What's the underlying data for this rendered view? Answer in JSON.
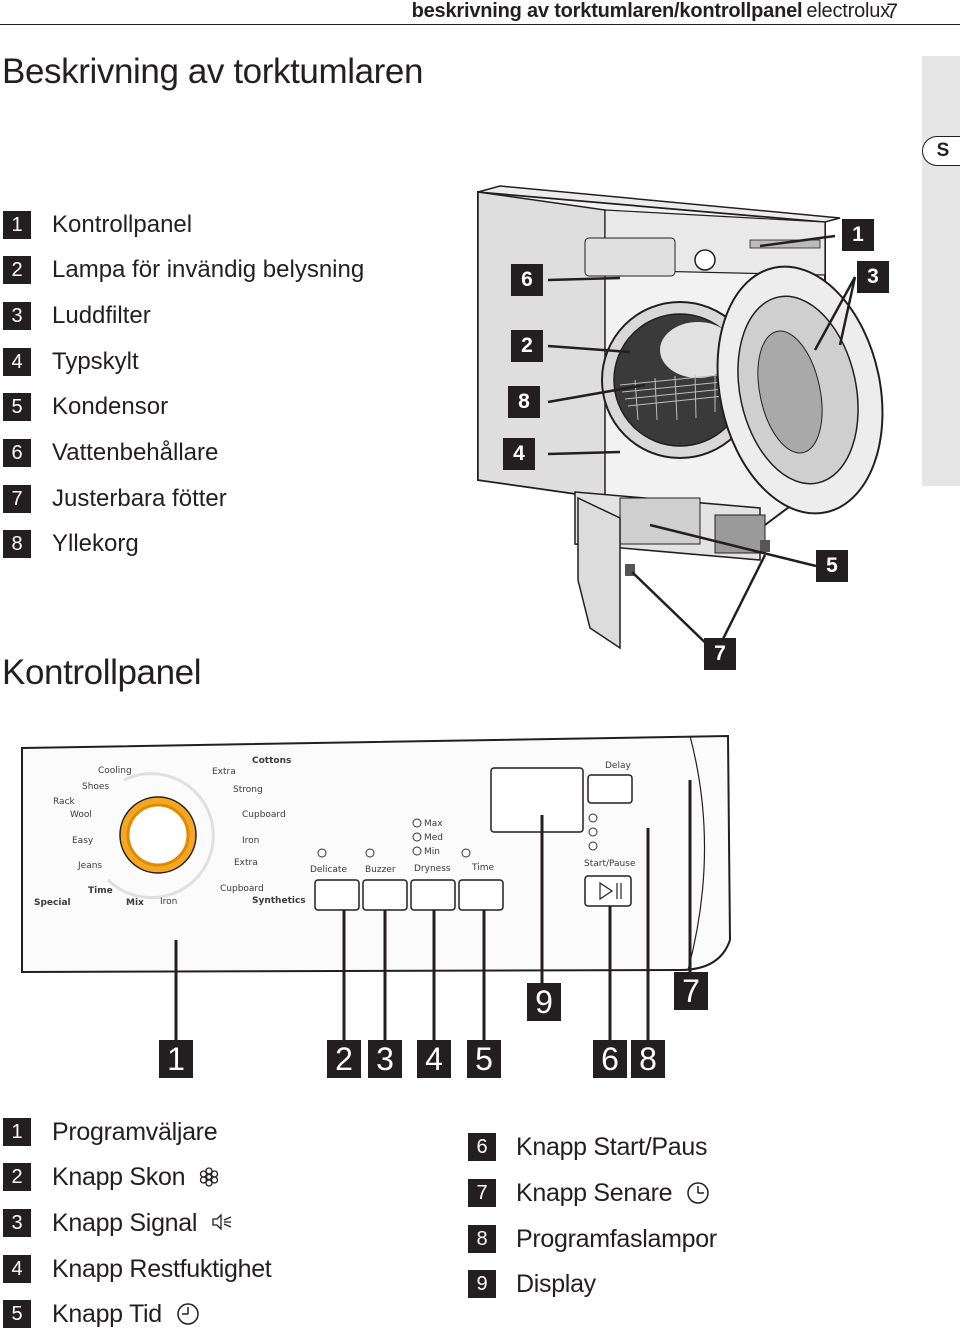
{
  "header": {
    "section": "beskrivning av torktumlaren/kontrollpanel",
    "brand": "electrolux",
    "page": "7"
  },
  "page_title": "Beskrivning av torktumlaren",
  "language_tab": "S",
  "dryer_legend": [
    {
      "num": "1",
      "label": "Kontrollpanel"
    },
    {
      "num": "2",
      "label": "Lampa för invändig belysning"
    },
    {
      "num": "3",
      "label": "Luddfilter"
    },
    {
      "num": "4",
      "label": "Typskylt"
    },
    {
      "num": "5",
      "label": "Kondensor"
    },
    {
      "num": "6",
      "label": "Vattenbehållare"
    },
    {
      "num": "7",
      "label": "Justerbara fötter"
    },
    {
      "num": "8",
      "label": "Yllekorg"
    }
  ],
  "dryer_callouts": {
    "c1": "1",
    "c3": "3",
    "c6": "6",
    "c2": "2",
    "c8": "8",
    "c4": "4",
    "c5": "5",
    "c7": "7"
  },
  "section_title": "Kontrollpanel",
  "panel": {
    "cottons": "Cottons",
    "extra_top": "Extra",
    "strong": "Strong",
    "cupboard_top": "Cupboard",
    "iron_right": "Iron",
    "extra_right": "Extra",
    "cupboard_bottom": "Cupboard",
    "synthetics": "Synthetics",
    "cooling": "Cooling",
    "shoes": "Shoes",
    "rack": "Rack",
    "wool": "Wool",
    "easy": "Easy",
    "jeans": "Jeans",
    "time": "Time",
    "special": "Special",
    "mix": "Mix",
    "iron_bottom": "Iron",
    "delicate": "Delicate",
    "buzzer": "Buzzer",
    "dryness": "Dryness",
    "time_btn": "Time",
    "max": "Max",
    "med": "Med",
    "min": "Min",
    "delay": "Delay",
    "start_pause": "Start/Pause"
  },
  "panel_callouts": {
    "p1": "1",
    "p2": "2",
    "p3": "3",
    "p4": "4",
    "p5": "5",
    "p9": "9",
    "p7": "7",
    "p6": "6",
    "p8": "8"
  },
  "panel_legend_left": [
    {
      "num": "1",
      "label": "Programväljare",
      "icon": "none"
    },
    {
      "num": "2",
      "label": "Knapp Skon",
      "icon": "delicate-flower-icon"
    },
    {
      "num": "3",
      "label": "Knapp Signal",
      "icon": "buzzer-icon"
    },
    {
      "num": "4",
      "label": "Knapp Restfuktighet",
      "icon": "none"
    },
    {
      "num": "5",
      "label": "Knapp Tid",
      "icon": "clock-icon"
    }
  ],
  "panel_legend_right": [
    {
      "num": "6",
      "label": "Knapp Start/Paus",
      "icon": "none"
    },
    {
      "num": "7",
      "label": "Knapp Senare",
      "icon": "clock-icon"
    },
    {
      "num": "8",
      "label": "Programfaslampor",
      "icon": "none"
    },
    {
      "num": "9",
      "label": "Display",
      "icon": "none"
    }
  ]
}
